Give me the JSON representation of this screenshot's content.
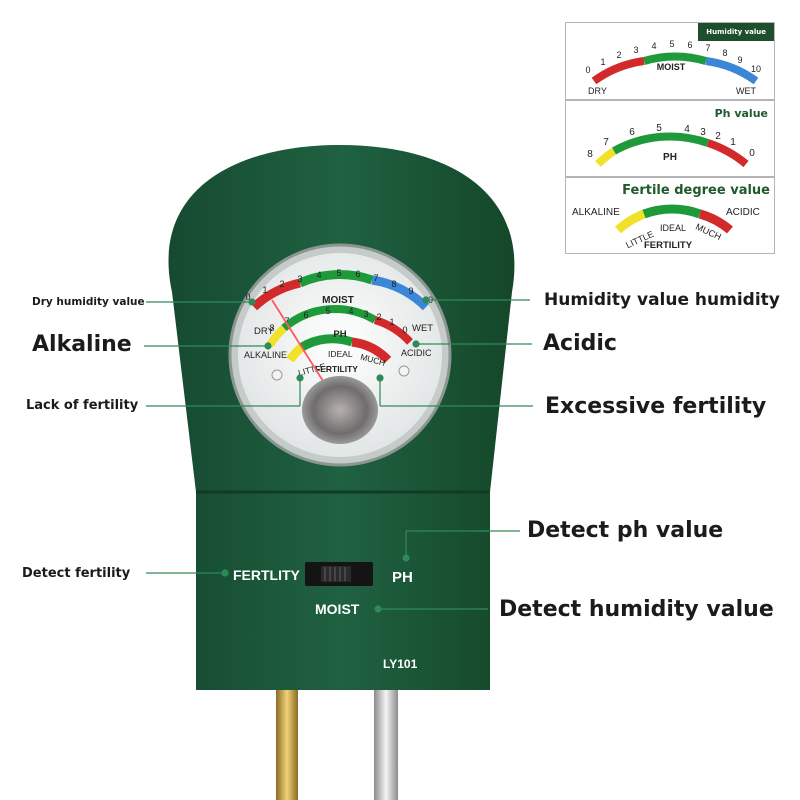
{
  "device": {
    "model": "LY101",
    "switch_left": "FERTLITY",
    "switch_right": "PH",
    "switch_bottom": "MOIST"
  },
  "dial": {
    "moist_title": "MOIST",
    "moist_ticks": [
      "0",
      "1",
      "2",
      "3",
      "4",
      "5",
      "6",
      "7",
      "8",
      "9",
      "10"
    ],
    "dry": "DRY",
    "wet": "WET",
    "ph_title": "PH",
    "ph_ticks": [
      "8",
      "7",
      "6",
      "5",
      "4",
      "3",
      "2",
      "1",
      "0"
    ],
    "alkaline": "ALKALINE",
    "acidic": "ACIDIC",
    "little": "LITTLE",
    "ideal": "IDEAL",
    "much": "MUCH",
    "fertility": "FERTILITY"
  },
  "callouts": {
    "dry_humidity": "Dry humidity value",
    "humidity_value": "Humidity value humidity",
    "alkaline": "Alkaline",
    "acidic": "Acidic",
    "lack_fertility": "Lack of fertility",
    "excessive_fertility": "Excessive fertility",
    "detect_ph": "Detect ph value",
    "detect_fertility": "Detect fertility",
    "detect_humidity": "Detect humidity value"
  },
  "insets": {
    "humidity": {
      "tag": "Humidity value",
      "title": "MOIST",
      "ticks": [
        "0",
        "1",
        "2",
        "3",
        "4",
        "5",
        "6",
        "7",
        "8",
        "9",
        "10"
      ],
      "left": "DRY",
      "right": "WET"
    },
    "ph": {
      "tag": "Ph value",
      "title": "PH",
      "ticks": [
        "8",
        "7",
        "6",
        "5",
        "4",
        "3",
        "2",
        "1",
        "0"
      ]
    },
    "fertility": {
      "tag": "Fertile degree value",
      "left": "ALKALINE",
      "right": "ACIDIC",
      "little": "LITTLE",
      "ideal": "IDEAL",
      "much": "MUCH",
      "title": "FERTILITY"
    }
  },
  "colors": {
    "body_green": "#1d5b3b",
    "arc_red": "#d22a2a",
    "arc_green": "#1f9a3a",
    "arc_blue": "#3c86d8",
    "arc_yellow": "#f2e12a",
    "callout_line": "#2e8a57"
  }
}
